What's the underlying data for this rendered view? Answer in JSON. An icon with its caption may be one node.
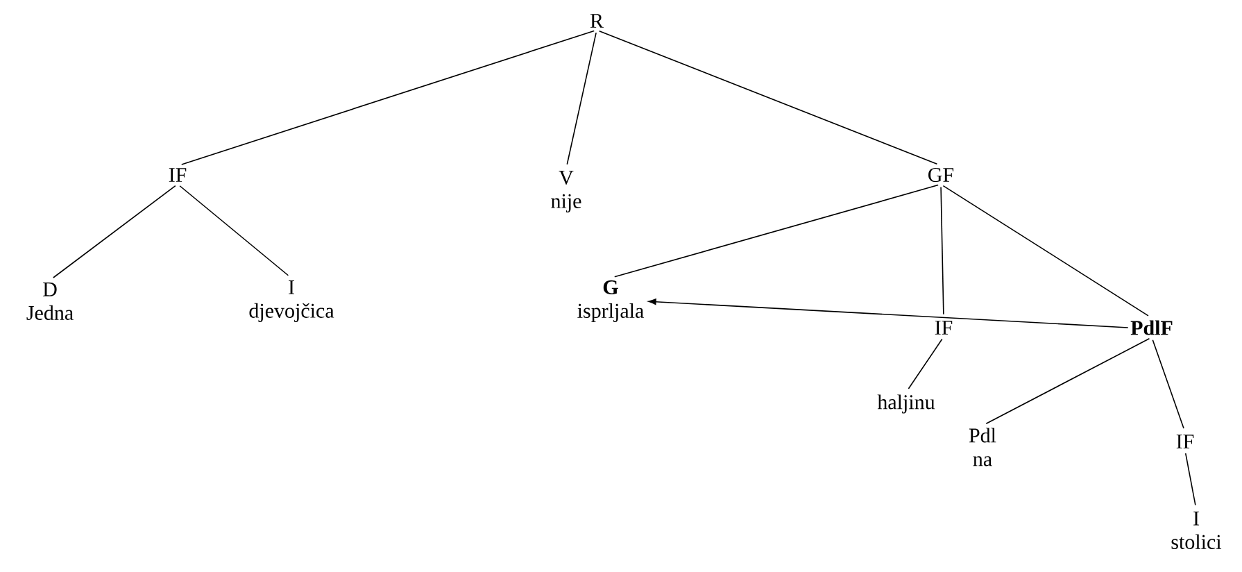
{
  "diagram": {
    "nodes": [
      {
        "text": [
          "R"
        ]
      },
      {
        "text": [
          "IF"
        ]
      },
      {
        "text": [
          "V",
          "nije"
        ]
      },
      {
        "text": [
          "GF"
        ]
      },
      {
        "text": [
          "D",
          "Jedna"
        ]
      },
      {
        "text": [
          "I",
          "djevojčica"
        ]
      },
      {
        "text": [
          "G",
          "isprljala"
        ]
      },
      {
        "text": [
          "IF"
        ]
      },
      {
        "text": [
          "haljinu"
        ]
      },
      {
        "text": [
          "PdlF"
        ]
      },
      {
        "text": [
          "Pdl",
          "na"
        ]
      },
      {
        "text": [
          "IF"
        ]
      },
      {
        "text": [
          "I",
          "stolici"
        ]
      }
    ],
    "edges": [
      {
        "from": 0,
        "to": 1,
        "arrow": "none"
      },
      {
        "from": 0,
        "to": 2,
        "arrow": "none"
      },
      {
        "from": 0,
        "to": 3,
        "arrow": "none"
      },
      {
        "from": 1,
        "to": 4,
        "arrow": "none"
      },
      {
        "from": 1,
        "to": 5,
        "arrow": "none"
      },
      {
        "from": 3,
        "to": 6,
        "arrow": "none"
      },
      {
        "from": 3,
        "to": 7,
        "arrow": "none"
      },
      {
        "from": 3,
        "to": 9,
        "arrow": "none"
      },
      {
        "from": 9,
        "to": 6,
        "arrow": "to"
      },
      {
        "from": 7,
        "to": 8,
        "arrow": "none"
      },
      {
        "from": 9,
        "to": 10,
        "arrow": "none"
      },
      {
        "from": 9,
        "to": 11,
        "arrow": "none"
      },
      {
        "from": 11,
        "to": 12,
        "arrow": "none"
      }
    ]
  }
}
